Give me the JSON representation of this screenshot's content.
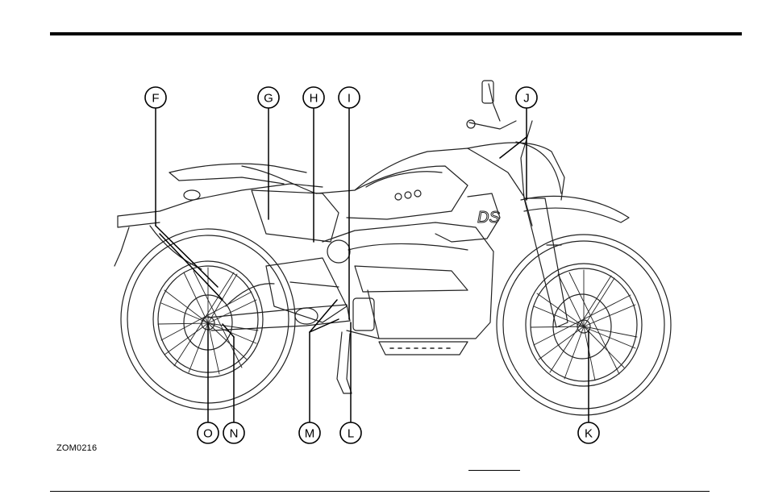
{
  "figure_code": "ZOM0216",
  "callouts": {
    "F": "F",
    "G": "G",
    "H": "H",
    "I": "I",
    "J": "J",
    "K": "K",
    "L": "L",
    "M": "M",
    "N": "N",
    "O": "O"
  }
}
